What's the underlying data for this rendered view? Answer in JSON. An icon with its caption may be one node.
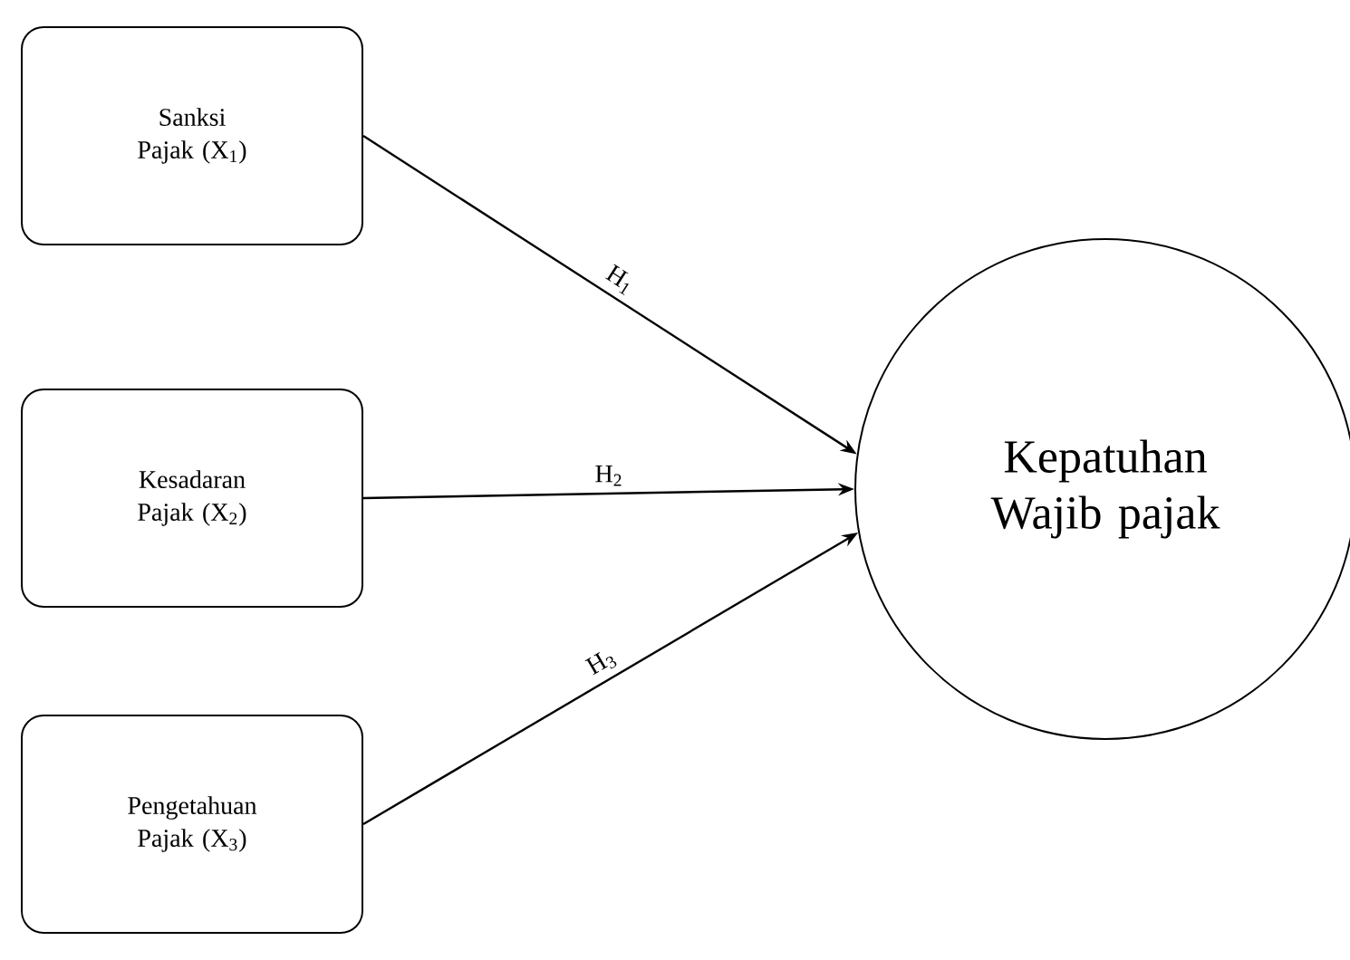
{
  "diagram": {
    "nodes": [
      {
        "text": [
          "Sanksi Pajak (X$_{1}$)"
        ]
      },
      {
        "text": [
          "Kesadaran Pajak (X$_{2}$)"
        ]
      },
      {
        "text": [
          "Pengetahuan Pajak (X$_{3}$)"
        ]
      },
      {
        "text": [
          "Kepatuhan Wajib pajak"
        ]
      }
    ],
    "edges": [
      {
        "from": 0,
        "to": 3,
        "arrow": "to",
        "label": "H$_{1}$"
      },
      {
        "from": 1,
        "to": 3,
        "arrow": "to",
        "label": "H$_{2}$"
      },
      {
        "from": 2,
        "to": 3,
        "arrow": "to",
        "label": "H$_{3}$"
      }
    ]
  }
}
